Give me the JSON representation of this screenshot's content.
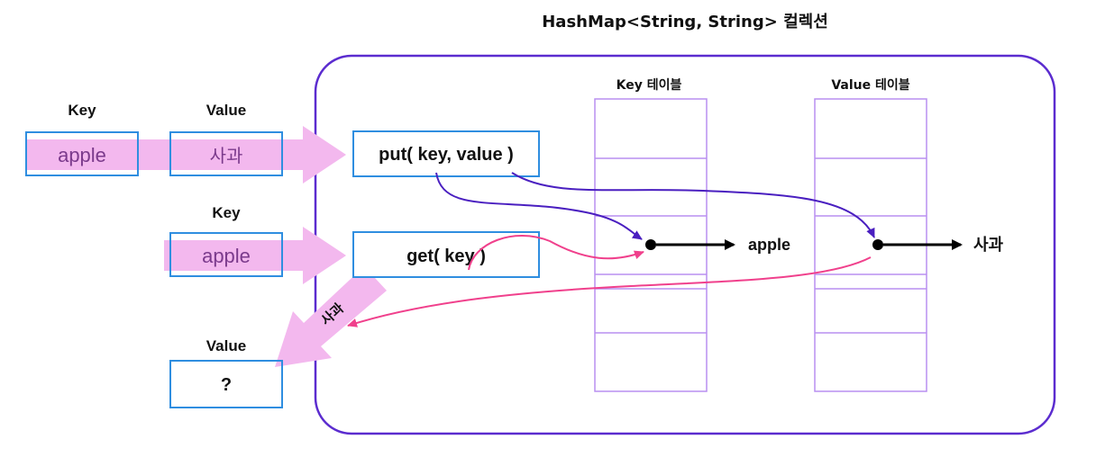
{
  "title": "HashMap<String, String> 컬렉션",
  "input_put": {
    "key_header": "Key",
    "value_header": "Value",
    "key_value": "apple",
    "value_value": "사과"
  },
  "input_get": {
    "key_header": "Key",
    "key_value": "apple"
  },
  "output": {
    "value_header": "Value",
    "result": "?",
    "flow_label": "사과"
  },
  "methods": {
    "put": "put( key, value )",
    "get": "get( key )"
  },
  "tables": {
    "key_table_title": "Key 테이블",
    "value_table_title": "Value 테이블",
    "key_entry": "apple",
    "value_entry": "사과"
  },
  "colors": {
    "container_border": "#5b2ccf",
    "box_border": "#2f8ee0",
    "table_border": "#b98ff0",
    "highlight": "#f3b8ee",
    "highlight_text": "#7b3a8c",
    "put_arrow": "#4a1fc0",
    "get_arrow": "#f0408c",
    "pointer": "#000000"
  }
}
